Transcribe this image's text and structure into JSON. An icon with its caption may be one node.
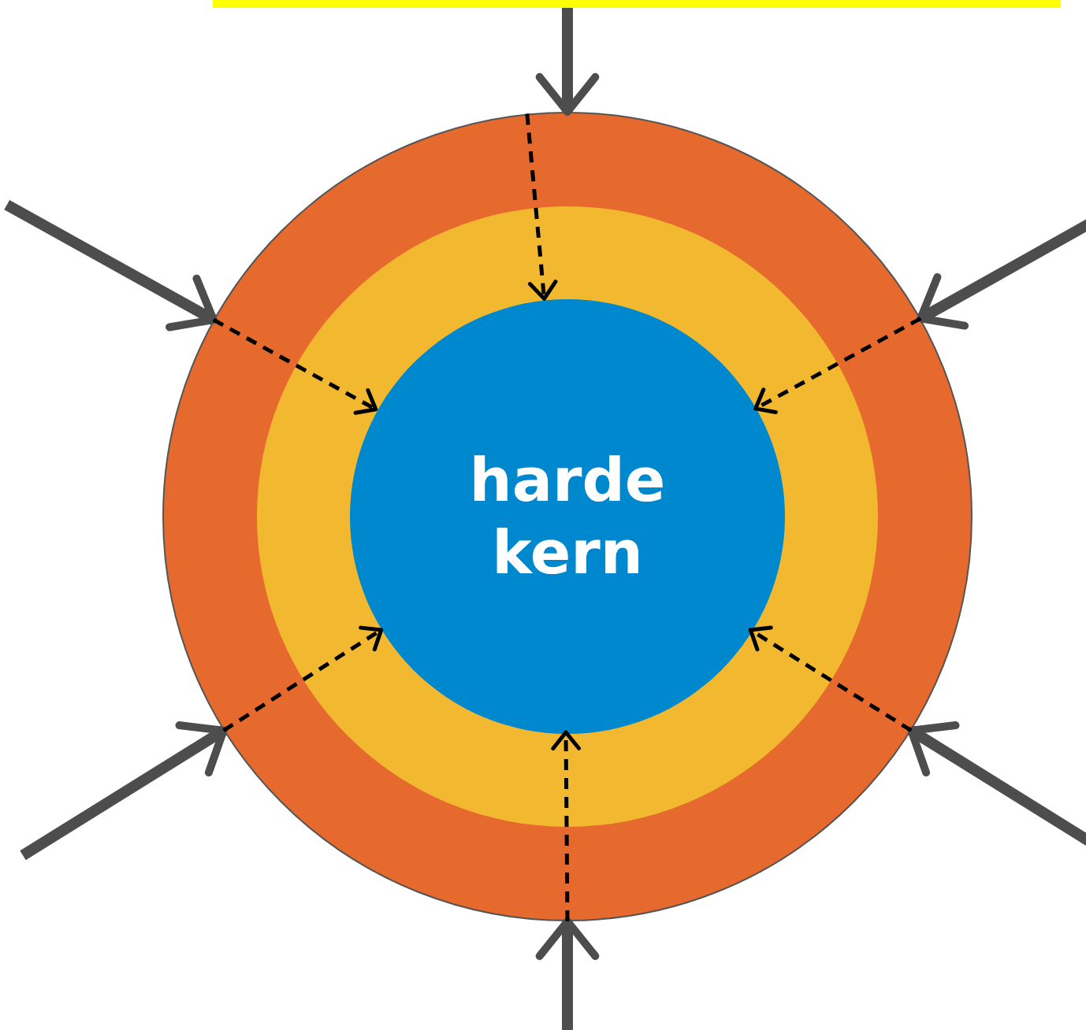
{
  "diagram": {
    "nodes": [
      {
        "text": [],
        "shape": "bar"
      },
      {
        "text": [],
        "shape": "circle"
      },
      {
        "text": [],
        "shape": "circle",
        "in": 1
      },
      {
        "text": [
          "harde kern"
        ],
        "in": 2
      }
    ],
    "edges": [
      {
        "from": 0,
        "to": 1,
        "arrow": "to",
        "style": "thick",
        "color": "#4d4d4d"
      },
      {
        "from": null,
        "to": 1,
        "arrow": "to",
        "style": "thick",
        "color": "#4d4d4d"
      },
      {
        "from": null,
        "to": 1,
        "arrow": "to",
        "style": "thick",
        "color": "#4d4d4d"
      },
      {
        "from": null,
        "to": 1,
        "arrow": "to",
        "style": "thick",
        "color": "#4d4d4d"
      },
      {
        "from": null,
        "to": 1,
        "arrow": "to",
        "style": "thick",
        "color": "#4d4d4d"
      },
      {
        "from": null,
        "to": 1,
        "arrow": "to",
        "style": "thick",
        "color": "#4d4d4d"
      },
      {
        "from": 1,
        "to": 3,
        "arrow": "to",
        "style": "dashed",
        "color": "#000000"
      },
      {
        "from": 1,
        "to": 3,
        "arrow": "to",
        "style": "dashed",
        "color": "#000000"
      },
      {
        "from": 1,
        "to": 3,
        "arrow": "to",
        "style": "dashed",
        "color": "#000000"
      },
      {
        "from": 1,
        "to": 3,
        "arrow": "to",
        "style": "dashed",
        "color": "#000000"
      },
      {
        "from": 1,
        "to": 3,
        "arrow": "to",
        "style": "dashed",
        "color": "#000000"
      },
      {
        "from": 1,
        "to": 3,
        "arrow": "to",
        "style": "dashed",
        "color": "#000000"
      }
    ]
  }
}
